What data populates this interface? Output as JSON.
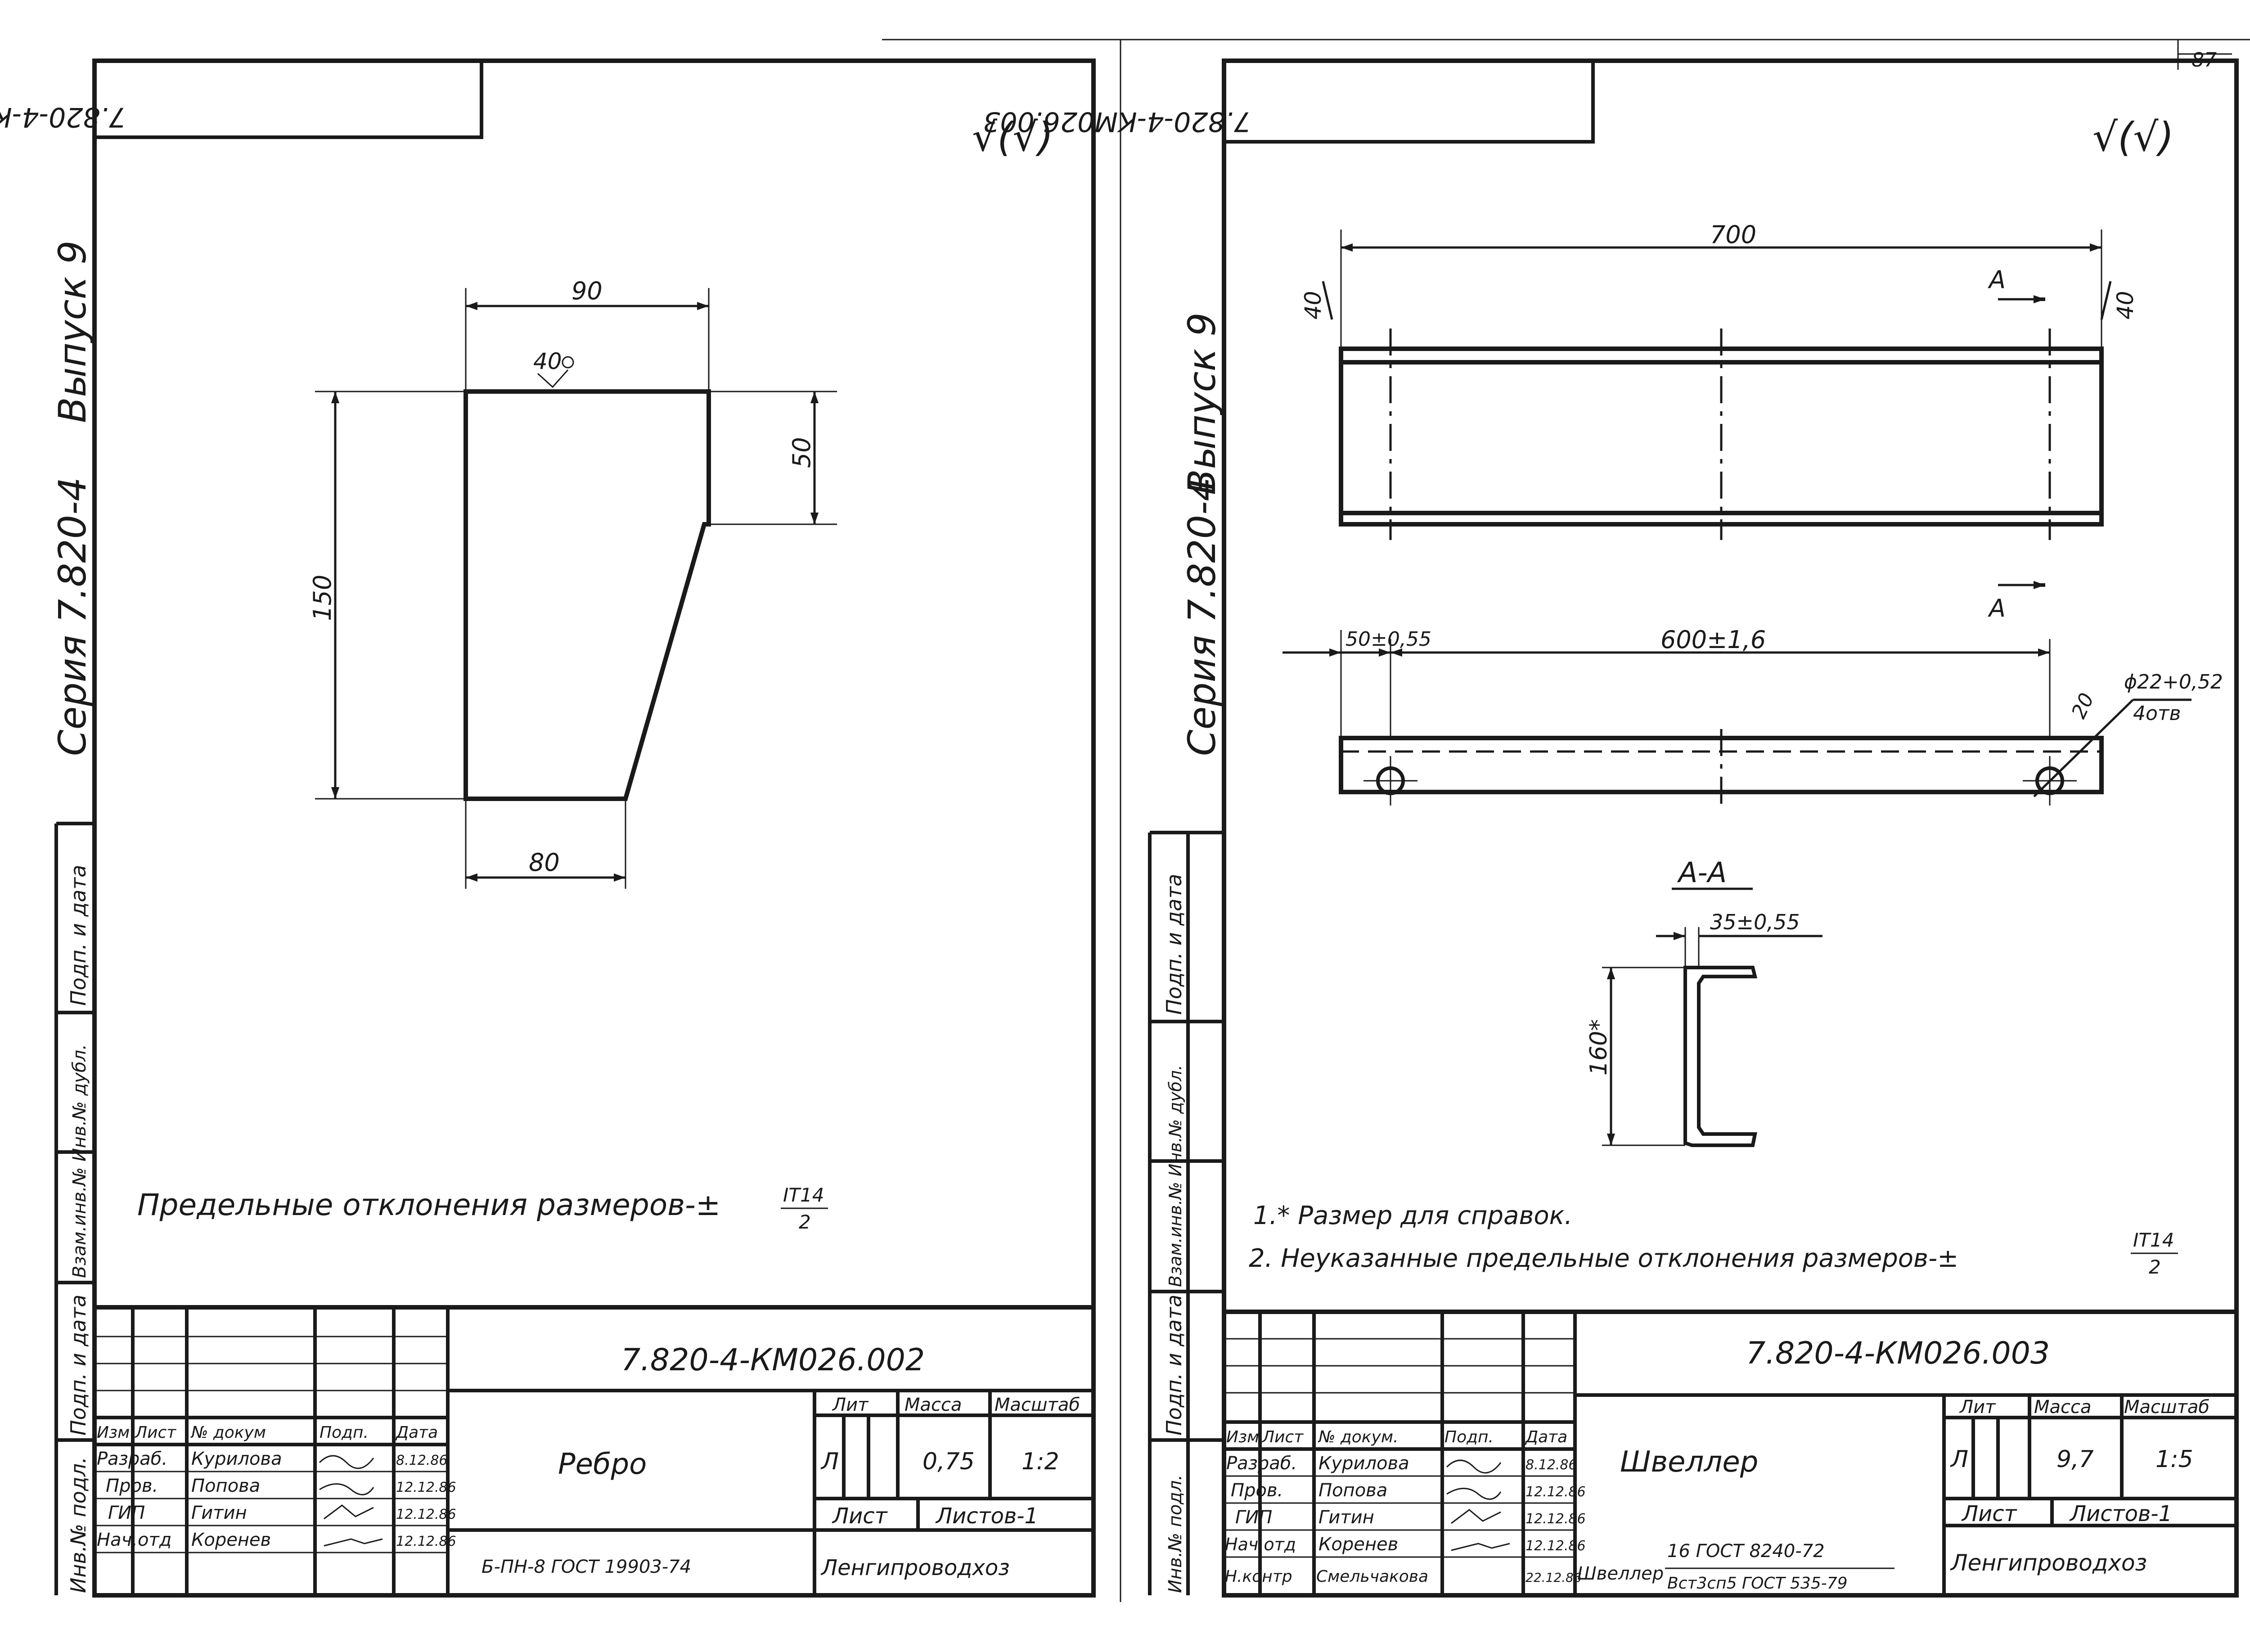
{
  "page_number": "87",
  "left": {
    "stamp_code": "7.820-4-КМ026.002",
    "spine_series": "Серия 7.820-4",
    "spine_issue": "Выпуск 9",
    "surface_mark": "√(√)",
    "roughness": "40",
    "dims": {
      "top": "90",
      "height": "150",
      "right": "50",
      "bottom": "80"
    },
    "note": "Предельные отклонения размеров-±",
    "note_num": "IT14",
    "note_den": "2",
    "side_cells": [
      "Подп. и дата",
      "Взам.инв.№ Инв.№ дубл.",
      "Подп. и дата",
      "Инв.№ подл."
    ],
    "title": {
      "code": "7.820-4-КМ026.002",
      "name": "Ребро",
      "material": "Б-ПН-8 ГОСТ 19903-74",
      "org": "Ленгипроводхоз",
      "lit_label": "Лит",
      "mass_label": "Масса",
      "scale_label": "Масштаб",
      "lit": "Л",
      "mass": "0,75",
      "scale": "1:2",
      "sheet_label": "Лист",
      "sheets_label": "Листов-1",
      "head": [
        "Изм",
        "Лист",
        "№ докум",
        "Подп.",
        "Дата"
      ],
      "rows": [
        {
          "role": "Разраб.",
          "name": "Курилова",
          "date": "8.12.86"
        },
        {
          "role": "Пров.",
          "name": "Попова",
          "date": "12.12.86"
        },
        {
          "role": "ГИП",
          "name": "Гитин",
          "date": "12.12.86"
        },
        {
          "role": "Нач.отд",
          "name": "Коренев",
          "date": "12.12.86"
        }
      ]
    }
  },
  "right": {
    "stamp_code": "7.820-4-КМ026.003",
    "spine_series": "Серия 7.820-4",
    "spine_issue": "Выпуск 9",
    "surface_mark": "√(√)",
    "dims": {
      "length": "700",
      "edge_left": "40",
      "edge_right": "40",
      "section_mark": "А",
      "offset": "50±0,55",
      "hole_spacing": "600±1,6",
      "hole_edge": "20",
      "hole_dia": "ϕ22+0,52",
      "hole_count": "4отв",
      "section_title": "А-А",
      "flange": "35±0,55",
      "depth": "160*"
    },
    "note1": "1.* Размер для справок.",
    "note2": "2. Неуказанные предельные отклонения размеров-±",
    "note_num": "IT14",
    "note_den": "2",
    "side_cells": [
      "Подп. и дата",
      "Взам.инв.№ Инв.№ дубл.",
      "Подп. и дата",
      "Инв.№ подл."
    ],
    "title": {
      "code": "7.820-4-КМ026.003",
      "name": "Швеллер",
      "material_prefix": "Швеллер",
      "material_num": "16 ГОСТ 8240-72",
      "material_den": "Вст3сп5 ГОСТ 535-79",
      "org": "Ленгипроводхоз",
      "lit_label": "Лит",
      "mass_label": "Масса",
      "scale_label": "Масштаб",
      "lit": "Л",
      "mass": "9,7",
      "scale": "1:5",
      "sheet_label": "Лист",
      "sheets_label": "Листов-1",
      "head": [
        "Изм",
        "Лист",
        "№ докум.",
        "Подп.",
        "Дата"
      ],
      "rows": [
        {
          "role": "Разраб.",
          "name": "Курилова",
          "date": "8.12.86"
        },
        {
          "role": "Пров.",
          "name": "Попова",
          "date": "12.12.86"
        },
        {
          "role": "ГИП",
          "name": "Гитин",
          "date": "12.12.86"
        },
        {
          "role": "Нач.отд",
          "name": "Коренев",
          "date": "12.12.86"
        },
        {
          "role": "Н.контр",
          "name": "Смельчакова",
          "date": "22.12.86"
        }
      ]
    }
  }
}
